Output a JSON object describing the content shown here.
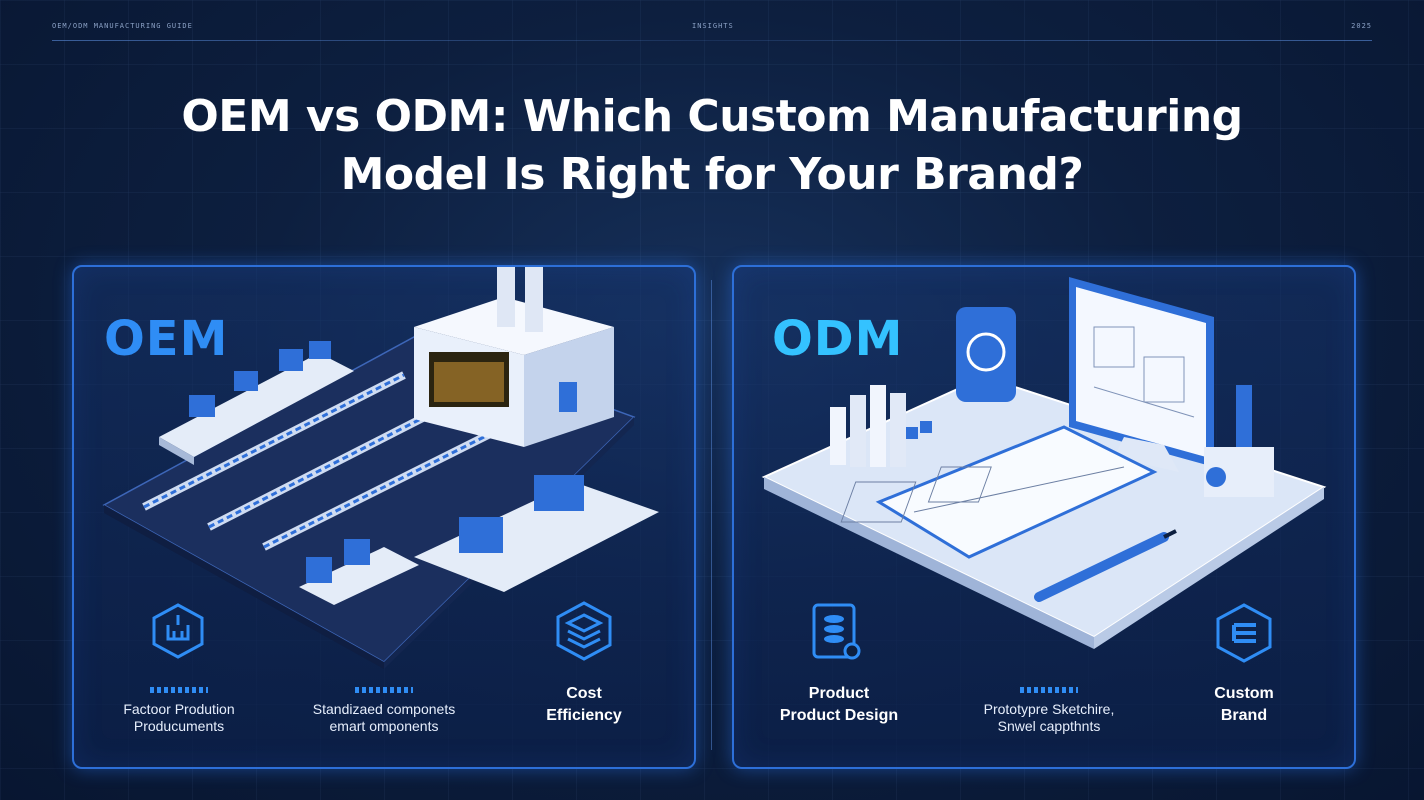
{
  "header": {
    "left_text": "OEM/ODM MANUFACTURING GUIDE",
    "center_text": "INSIGHTS",
    "right_text": "2025"
  },
  "title": {
    "line1": "OEM vs ODM: Which Custom Manufacturing",
    "line2": "Model Is Right for Your Brand?"
  },
  "oem": {
    "label": "OEM",
    "features": [
      {
        "line1": "Factoor Prodution",
        "line2": "Producuments",
        "icon": "factory-hexagon-icon"
      },
      {
        "line1": "Standizaed componets",
        "line2": "emart omponents",
        "icon": ""
      },
      {
        "line1": "Cost",
        "line2": "Efficiency",
        "icon": "stacked-layers-icon"
      }
    ]
  },
  "odm": {
    "label": "ODM",
    "features": [
      {
        "line1": "Product",
        "line2": "Product Design",
        "icon": "product-design-icon"
      },
      {
        "line1": "Prototypre Sketchire,",
        "line2": "Snwel cappthnts",
        "icon": ""
      },
      {
        "line1": "Custom",
        "line2": "Brand",
        "icon": "custom-brand-hexagon-icon"
      }
    ]
  },
  "colors": {
    "background": "#0d1f3f",
    "accent": "#2f8df5",
    "odm_accent": "#34c2ff",
    "panel_border": "#2d6fd8"
  }
}
